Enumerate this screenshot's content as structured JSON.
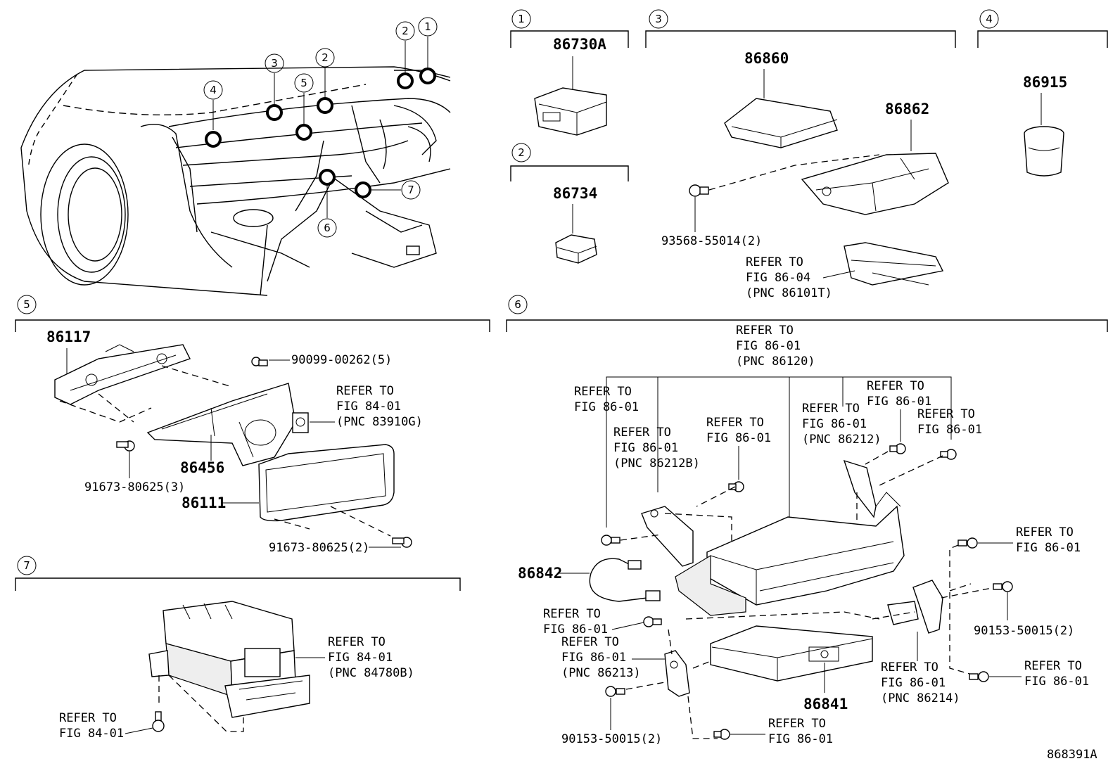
{
  "sections": [
    {
      "id": "1",
      "circle_label": "1"
    },
    {
      "id": "2",
      "circle_label": "2"
    },
    {
      "id": "3",
      "circle_label": "3"
    },
    {
      "id": "4",
      "circle_label": "4"
    },
    {
      "id": "5",
      "circle_label": "5"
    },
    {
      "id": "6",
      "circle_label": "6"
    },
    {
      "id": "7",
      "circle_label": "7"
    }
  ],
  "overview_callouts": [
    "1",
    "2",
    "2",
    "3",
    "4",
    "5",
    "6",
    "7"
  ],
  "parts": {
    "p86730A": "86730A",
    "p86734": "86734",
    "p86860": "86860",
    "p86862": "86862",
    "p93568": "93568-55014(2)",
    "p86915": "86915",
    "p86117": "86117",
    "p90099": "90099-00262(5)",
    "p86456": "86456",
    "p91673a": "91673-80625(3)",
    "p86111": "86111",
    "p91673b": "91673-80625(2)",
    "p86842": "86842",
    "p86841": "86841",
    "p90153a": "90153-50015(2)",
    "p90153b": "90153-50015(2)"
  },
  "refs": {
    "r3_fig": [
      "REFER TO",
      "FIG 86-04",
      "(PNC 86101T)"
    ],
    "r5_fig": [
      "REFER TO",
      "FIG 84-01",
      "(PNC 83910G)"
    ],
    "r7_fig": [
      "REFER TO",
      "FIG 84-01",
      "(PNC 84780B)"
    ],
    "r7_fig2": [
      "REFER TO",
      "FIG 84-01"
    ],
    "r6_top": [
      "REFER TO",
      "FIG 86-01",
      "(PNC 86120)"
    ],
    "r6_a": [
      "REFER TO",
      "FIG 86-01"
    ],
    "r6_b": [
      "REFER TO",
      "FIG 86-01",
      "(PNC 86212B)"
    ],
    "r6_c": [
      "REFER TO",
      "FIG 86-01"
    ],
    "r6_d": [
      "REFER TO",
      "FIG 86-01",
      "(PNC 86212)"
    ],
    "r6_e": [
      "REFER TO",
      "FIG 86-01"
    ],
    "r6_f": [
      "REFER TO",
      "FIG 86-01"
    ],
    "r6_g": [
      "REFER TO",
      "FIG 86-01"
    ],
    "r6_h": [
      "REFER TO",
      "FIG 86-01"
    ],
    "r6_i": [
      "REFER TO",
      "FIG 86-01",
      "(PNC 86213)"
    ],
    "r6_j": [
      "REFER TO",
      "FIG 86-01",
      "(PNC 86214)"
    ],
    "r6_k": [
      "REFER TO",
      "FIG 86-01"
    ],
    "r6_l": [
      "REFER TO",
      "FIG 86-01"
    ]
  },
  "figure_code": "868391A"
}
